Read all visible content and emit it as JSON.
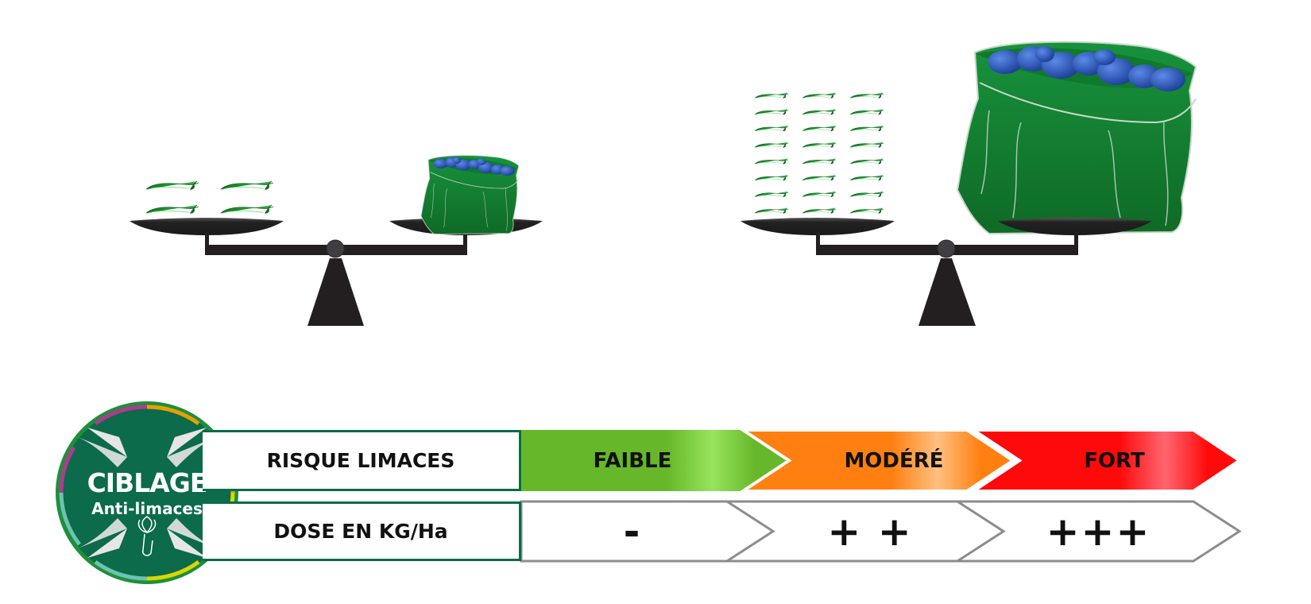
{
  "logo": {
    "title": "CIBLAGE",
    "subtitle": "Anti-limaces",
    "colors": {
      "bg": "#0b6b4a",
      "ring": "#1e8f3a",
      "purple": "#b03a8f",
      "orange": "#e8a000",
      "yellow": "#d8d800",
      "teal": "#6cc3b0",
      "arrows": "#e6e6e6"
    }
  },
  "rows": {
    "risk_label": "RISQUE LIMACES",
    "dose_label": "DOSE EN KG/Ha"
  },
  "levels": [
    {
      "label": "FAIBLE",
      "dose": "-",
      "color": "#66b82a",
      "highlight": "#98e35c"
    },
    {
      "label": "MODÉRÉ",
      "dose": "+ +",
      "color": "#ff8010",
      "highlight": "#ffc080"
    },
    {
      "label": "FORT",
      "dose": "+++",
      "color": "#ff0a0a",
      "highlight": "#ff6670"
    }
  ],
  "scales": [
    {
      "name": "low-risk",
      "slug_columns": 2,
      "slug_rows": 2,
      "sack": "small"
    },
    {
      "name": "high-risk",
      "slug_columns": 3,
      "slug_rows": 8,
      "sack": "large"
    }
  ],
  "colors": {
    "scale": "#231f20",
    "pivot": "#3f3f41",
    "slug": "#1a8a2a",
    "sack": "#128a38",
    "pellets": "#2a5bc0",
    "dose_outline": "#8c8c8c",
    "label_border": "#0b6b4a"
  }
}
